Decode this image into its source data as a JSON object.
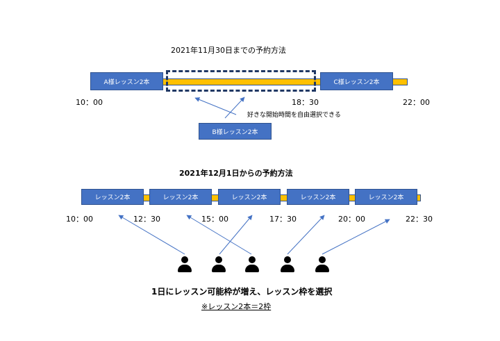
{
  "section1": {
    "title": "2021年11月30日までの予約方法",
    "box_a": "A様レッスン2本",
    "box_c": "C様レッスン2本",
    "box_b": "B様レッスン2本",
    "note": "好きな開始時間を自由選択できる",
    "times": [
      "10：00",
      "18：30",
      "22：00"
    ]
  },
  "section2": {
    "title": "2021年12月1日からの予約方法",
    "slots": [
      "レッスン2本",
      "レッスン2本",
      "レッスン2本",
      "レッスン2本",
      "レッスン2本"
    ],
    "times": [
      "10：00",
      "12：30",
      "15：00",
      "17：30",
      "20：00",
      "22：30"
    ]
  },
  "caption": "1日にレッスン可能枠が増え、レッスン枠を選択",
  "subcaption": "※レッスン2本＝2枠",
  "colors": {
    "box": "#4472c4",
    "bar": "#ffc000",
    "border": "#2f528f",
    "dash": "#203864"
  },
  "icons": [
    "person-icon",
    "person-icon",
    "person-icon",
    "person-icon",
    "person-icon"
  ]
}
